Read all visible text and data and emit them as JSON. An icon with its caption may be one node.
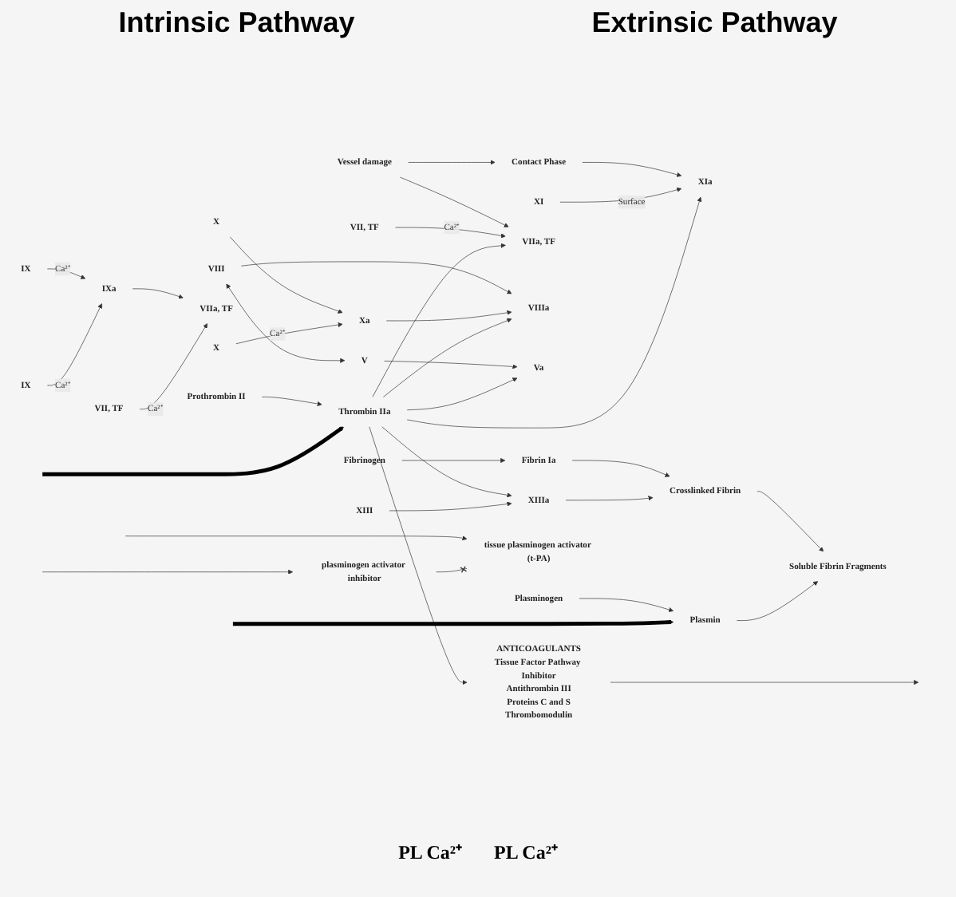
{
  "diagram": {
    "nodes": [
      {
        "text": [
          "Vessel damage"
        ]
      },
      {
        "text": [
          "Contact Phase"
        ]
      },
      {
        "text": [
          "XI"
        ]
      },
      {
        "text": [
          "XIa"
        ]
      },
      {
        "text": [
          "VIIa, TF"
        ]
      },
      {
        "text": [
          "VII, TF"
        ]
      },
      {
        "text": [
          "IX"
        ]
      },
      {
        "text": [
          "IXa"
        ]
      },
      {
        "text": [
          "IX"
        ]
      },
      {
        "text": [
          "VIII"
        ]
      },
      {
        "text": [
          "VIIIa"
        ]
      },
      {
        "text": [
          "X"
        ]
      },
      {
        "text": [
          "Xa"
        ]
      },
      {
        "text": [
          "VIIa, TF"
        ]
      },
      {
        "text": [
          "VII, TF"
        ]
      },
      {
        "text": [
          "X"
        ]
      },
      {
        "text": [
          "V"
        ]
      },
      {
        "text": [
          "Va"
        ]
      },
      {
        "text": [
          "Prothrombin II"
        ]
      },
      {
        "text": [
          "Thrombin IIa"
        ]
      },
      {
        "text": [
          "ANTICOAGULANTS",
          "Tissue Factor Pathway Inhibitor",
          "Antithrombin III",
          "Proteins C and S",
          "Thrombomodulin"
        ]
      },
      {
        "text": [
          "Fibrinogen"
        ]
      },
      {
        "text": [
          "Fibrin Ia"
        ]
      },
      {
        "text": [
          "XIIIa"
        ]
      },
      {
        "text": [
          "XIII"
        ]
      },
      {
        "text": [
          "Crosslinked Fibrin"
        ]
      },
      {
        "text": [
          "Soluble Fibrin Fragments"
        ]
      },
      {
        "text": [
          "plasminogen activator inhibitor"
        ]
      },
      {
        "text": [
          "tissue plasminogen activator (t-PA)"
        ]
      },
      {
        "text": [
          "Plasminogen"
        ]
      },
      {
        "text": [
          "Plasmin"
        ]
      }
    ],
    "edges": [
      {
        "from": 0,
        "to": 1,
        "arrow": "to"
      },
      {
        "from": 0,
        "to": 4,
        "arrow": "to"
      },
      {
        "from": 1,
        "to": 3,
        "arrow": "to"
      },
      {
        "from": 2,
        "to": 3,
        "arrow": "to",
        "label": "Surface"
      },
      {
        "from": 6,
        "to": 7,
        "arrow": "to",
        "label": "Ca²⁺"
      },
      {
        "from": 5,
        "to": 4,
        "arrow": "to",
        "label": "Ca²⁺"
      },
      {
        "from": 8,
        "to": 7,
        "arrow": "to",
        "label": "Ca²⁺"
      },
      {
        "from": 7,
        "to": 13,
        "arrow": "to"
      },
      {
        "from": 14,
        "to": 13,
        "arrow": "to",
        "label": "Ca²⁺"
      },
      {
        "from": 9,
        "to": 10,
        "arrow": "to"
      },
      {
        "from": 11,
        "to": 12,
        "arrow": "to"
      },
      {
        "from": 15,
        "to": 12,
        "arrow": "to",
        "label": "Ca²⁺"
      },
      {
        "from": 12,
        "to": 10,
        "arrow": "to"
      },
      {
        "from": 9,
        "to": 16,
        "arrow": "both"
      },
      {
        "from": 16,
        "to": 17,
        "arrow": "to"
      },
      {
        "from": 18,
        "to": 19,
        "arrow": "to"
      },
      {
        "from": null,
        "to": 19,
        "arrow": "to",
        "style": "thick",
        "color": "#000000"
      },
      {
        "from": 19,
        "to": 3,
        "arrow": "to"
      },
      {
        "from": 19,
        "to": 10,
        "arrow": "to"
      },
      {
        "from": 19,
        "to": 17,
        "arrow": "to"
      },
      {
        "from": 19,
        "to": 4,
        "arrow": "to"
      },
      {
        "from": 19,
        "to": 20,
        "arrow": "to"
      },
      {
        "from": 20,
        "to": null,
        "arrow": "to"
      },
      {
        "from": 19,
        "to": 23,
        "arrow": "to"
      },
      {
        "from": 24,
        "to": 23,
        "arrow": "to"
      },
      {
        "from": 21,
        "to": 22,
        "arrow": "to"
      },
      {
        "from": 22,
        "to": 25,
        "arrow": "to"
      },
      {
        "from": 23,
        "to": 25,
        "arrow": "to"
      },
      {
        "from": 25,
        "to": 26,
        "arrow": "to"
      },
      {
        "from": 30,
        "to": 26,
        "arrow": "to"
      },
      {
        "from": null,
        "to": 27,
        "arrow": "to"
      },
      {
        "from": null,
        "to": 28,
        "arrow": "to"
      },
      {
        "from": 27,
        "to": 28,
        "arrow": "other"
      },
      {
        "from": 29,
        "to": 30,
        "arrow": "to"
      },
      {
        "from": null,
        "to": 30,
        "arrow": "to",
        "style": "thick",
        "color": "#000000"
      }
    ],
    "labels": [
      "Intrinsic Pathway",
      "Extrinsic Pathway",
      "PL Ca²⁺",
      "PL Ca²⁺"
    ]
  }
}
